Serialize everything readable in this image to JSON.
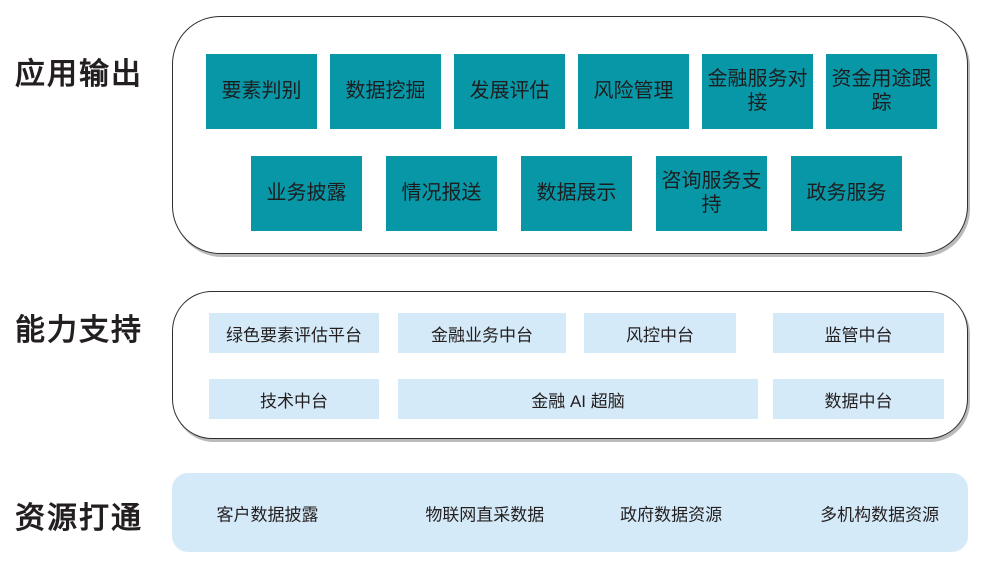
{
  "colors": {
    "teal_box": "#0897a6",
    "light_blue_box": "#d5eaf8",
    "container_border": "#2f2f2f",
    "text": "#231f20"
  },
  "sections": {
    "output": {
      "label": "应用输出",
      "row1": [
        "要素判别",
        "数据挖掘",
        "发展评估",
        "风险管理",
        "金融服务对接",
        "资金用途跟踪"
      ],
      "row2": [
        "业务披露",
        "情况报送",
        "数据展示",
        "咨询服务支持",
        "政务服务"
      ]
    },
    "support": {
      "label": "能力支持",
      "row1": [
        "绿色要素评估平台",
        "金融业务中台",
        "风控中台",
        "监管中台"
      ],
      "row2": [
        "技术中台",
        "金融 AI 超脑",
        "数据中台"
      ]
    },
    "resources": {
      "label": "资源打通",
      "items": [
        "客户数据披露",
        "物联网直采数据",
        "政府数据资源",
        "多机构数据资源"
      ]
    }
  }
}
